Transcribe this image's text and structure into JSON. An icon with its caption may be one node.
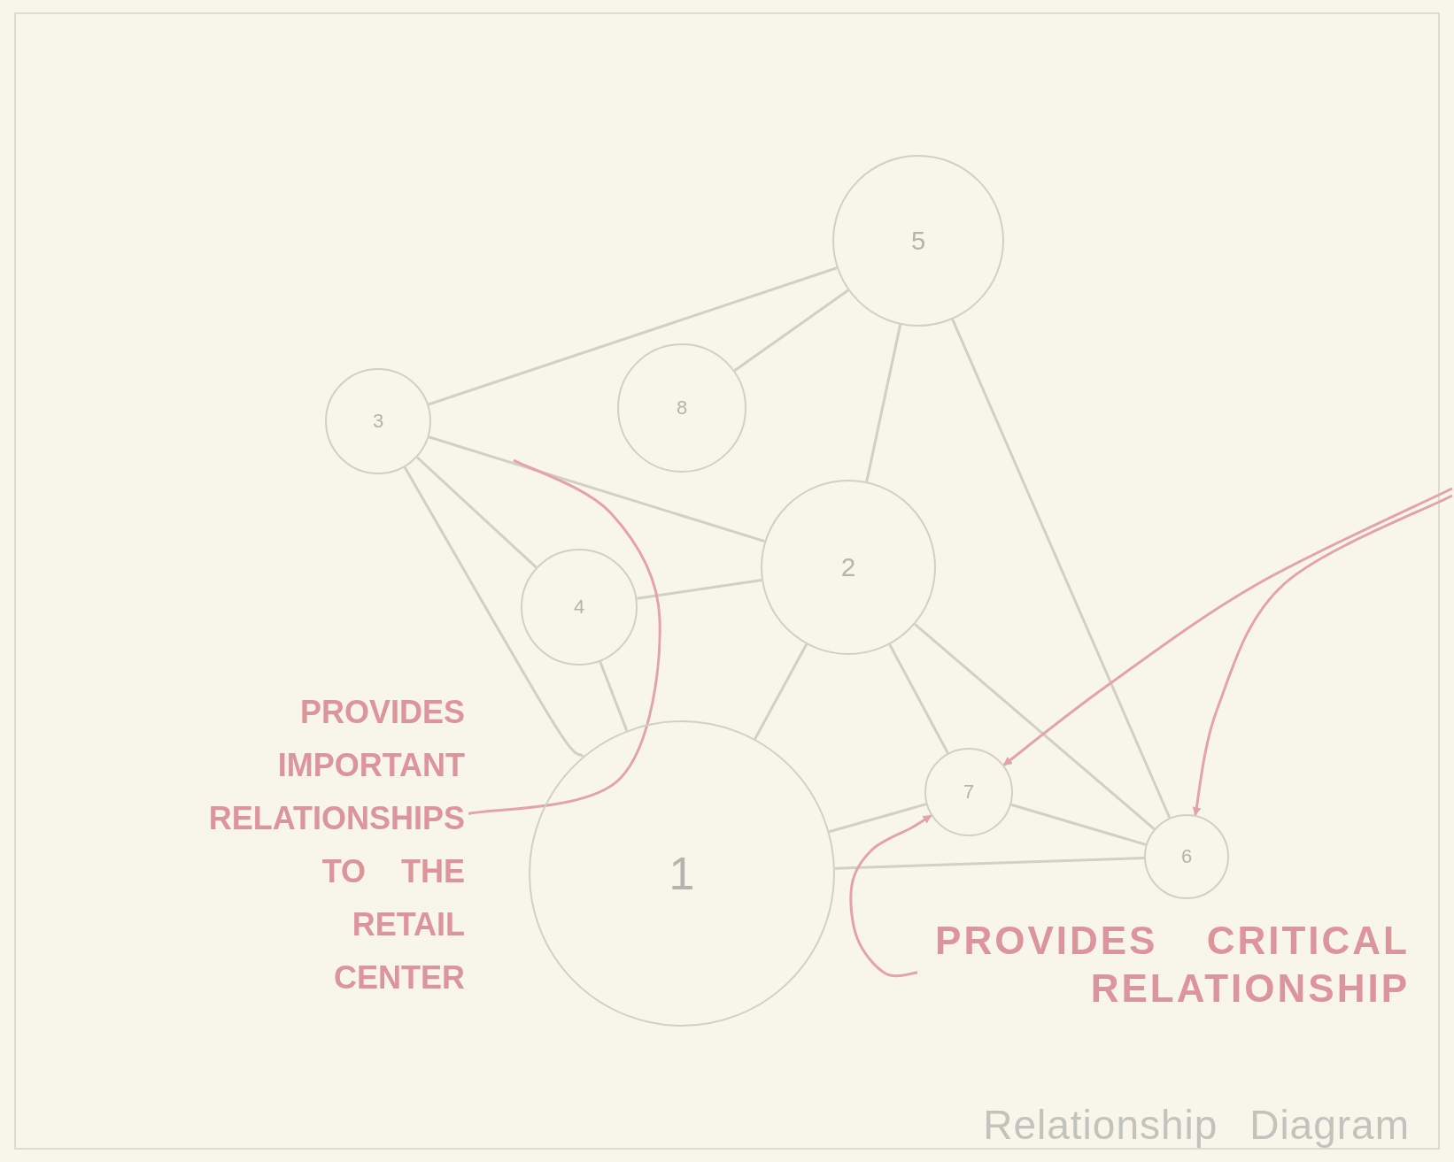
{
  "diagram": {
    "title": "Relationship Diagram",
    "nodes": [
      {
        "text": [
          "1"
        ]
      },
      {
        "text": [
          "2"
        ]
      },
      {
        "text": [
          "3"
        ]
      },
      {
        "text": [
          "4"
        ]
      },
      {
        "text": [
          "5"
        ]
      },
      {
        "text": [
          "6"
        ]
      },
      {
        "text": [
          "7"
        ]
      },
      {
        "text": [
          "8"
        ]
      },
      {
        "text": [
          "PROVIDES IMPORTANT RELATIONSHIPS TO THE RETAIL CENTER"
        ]
      },
      {
        "text": [
          "PROVIDES CRITICAL RELATIONSHIP"
        ]
      }
    ],
    "edges": [
      {
        "from": 2,
        "to": 4,
        "arrow": "none"
      },
      {
        "from": 7,
        "to": 4,
        "arrow": "none"
      },
      {
        "from": 4,
        "to": 1,
        "arrow": "none"
      },
      {
        "from": 4,
        "to": 5,
        "arrow": "none"
      },
      {
        "from": 2,
        "to": 1,
        "arrow": "none"
      },
      {
        "from": 2,
        "to": 3,
        "arrow": "none"
      },
      {
        "from": 2,
        "to": 0,
        "arrow": "none"
      },
      {
        "from": 3,
        "to": 1,
        "arrow": "none"
      },
      {
        "from": 3,
        "to": 0,
        "arrow": "none"
      },
      {
        "from": 1,
        "to": 0,
        "arrow": "none"
      },
      {
        "from": 1,
        "to": 6,
        "arrow": "none"
      },
      {
        "from": 1,
        "to": 5,
        "arrow": "none"
      },
      {
        "from": 0,
        "to": 6,
        "arrow": "none"
      },
      {
        "from": 6,
        "to": 5,
        "arrow": "none"
      },
      {
        "from": 0,
        "to": 5,
        "arrow": "none"
      },
      {
        "from": 8,
        "to": null,
        "arrow": "none",
        "color": "#e3a3a9"
      },
      {
        "from": 9,
        "to": 6,
        "arrow": "to",
        "color": "#e3a3a9"
      },
      {
        "from": null,
        "to": 6,
        "arrow": "to",
        "color": "#e3a3a9"
      },
      {
        "from": null,
        "to": 5,
        "arrow": "to",
        "color": "#e3a3a9"
      }
    ]
  }
}
